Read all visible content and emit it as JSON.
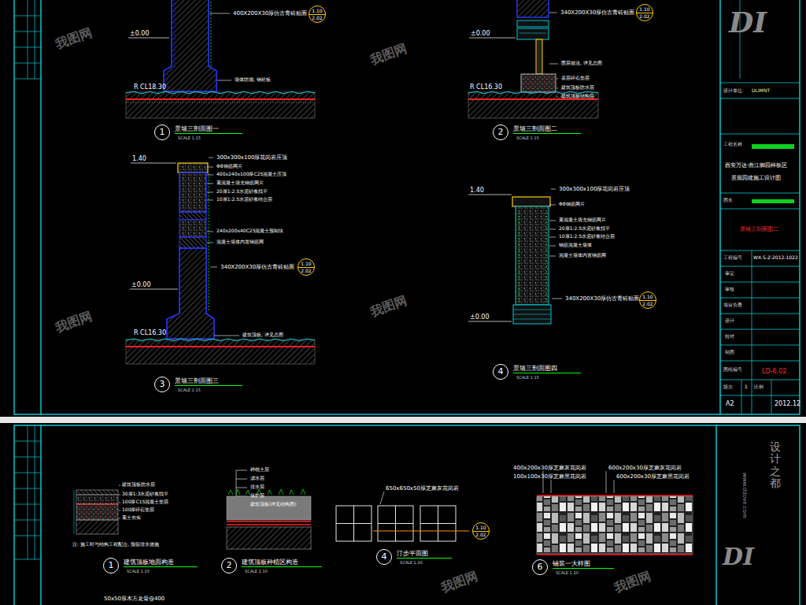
{
  "diagram": {
    "nodes": [
      {
        "text": [
          "1",
          "景墙三剖面图一",
          "SCALE 1:15"
        ]
      },
      {
        "text": [
          "2",
          "景墙三剖面图二",
          "SCALE 1:15"
        ]
      },
      {
        "text": [
          "3",
          "景墙三剖面图三",
          "SCALE 1:15"
        ]
      },
      {
        "text": [
          "4",
          "景墙三剖面图四",
          "SCALE 1:15"
        ]
      },
      {
        "text": [
          "1.10",
          "2.02"
        ]
      },
      {
        "text": [
          "1.10",
          "2.02"
        ]
      },
      {
        "text": [
          "1.10",
          "2.02"
        ]
      },
      {
        "text": [
          "1.10",
          "2.02"
        ]
      },
      {
        "text": [
          "1",
          "建筑顶板地面构造",
          "SCALE 1:10"
        ]
      },
      {
        "text": [
          "2",
          "建筑顶板种植区构造",
          "SCALE 1:10"
        ]
      },
      {
        "text": [
          "4",
          "汀步平面图",
          "SCALE 1:20"
        ]
      },
      {
        "text": [
          "6",
          "铺装一大样图",
          "SCALE 1:20"
        ]
      },
      {
        "text": [
          "1.10",
          "2.02"
        ]
      }
    ],
    "labels": [
      "400X200X30厚仿古青砖贴面",
      "±0.00",
      "R CL18.30",
      "墙体防潮, 钢砼板",
      "340X200X30厚仿古青砖贴面",
      "±0.00",
      "R CL16.30",
      "面层做法, 详见总图",
      "基层碎石垫层",
      "建筑顶板防水层",
      "建筑顶板结构层",
      "1.40",
      "300x300x100厚花岗岩压顶",
      "Φ8钢筋网片",
      "400x240x100厚C25混凝土压顶",
      "素混凝土填充钢筋网片",
      "20厚1:2.5水泥砂浆找平",
      "10厚1:2.5水泥砂浆结合层",
      "240x200x40C25混凝土预制块",
      "混凝土墙体内置钢筋网",
      "340X200X30厚仿古青砖贴面",
      "±0.00",
      "R CL16.30",
      "建筑顶板, 详见总图",
      "1.40",
      "300x300x100厚花岗岩压顶",
      "Φ8钢筋网片",
      "素混凝土填充钢筋网片",
      "20厚1:2.5水泥砂浆找平",
      "10厚1:2.5水泥砂浆结合层",
      "钢筋混凝土墙体",
      "混凝土墙体内置钢筋网",
      "340X200X30厚仿古青砖贴面",
      "±0.00",
      "设计单位",
      "DLIMNT",
      "工程名称",
      "西安万达·曲江御园样板区",
      "景观园建施工设计图",
      "图名",
      "景墙三剖面图二",
      "工程编号",
      "WX-S-Z-2012-1022",
      "审定",
      "审核",
      "项目负责",
      "设计",
      "校对",
      "制图",
      "图纸编号",
      "LD-6.02",
      "版次",
      "1",
      "比例",
      "A2",
      "2012.12",
      "DI",
      "建筑顶板防水层",
      "30厚1:3水泥砂浆找平",
      "100厚C15混凝土垫层",
      "100厚碎石垫层",
      "素土夯实",
      "注: 施工时与结构工程配合, 预留排水措施",
      "种植土层",
      "滤水层",
      "排水层",
      "保护层",
      "建筑顶板(详见结构图)",
      "650x650x50厚芝麻灰花岗岩",
      "400x200x30厚芝麻灰花岗岩",
      "100x100x30厚芝麻黑花岗岩",
      "600x200x30厚芝麻灰花岗岩",
      "600x200x30厚芝麻黑花岗岩",
      "50x50厚木方龙骨@400",
      "设计之都",
      "www.ddove.com",
      "DI",
      "我图网",
      "我图网",
      "我图网",
      "我图网",
      "我图网",
      "我图网"
    ]
  }
}
